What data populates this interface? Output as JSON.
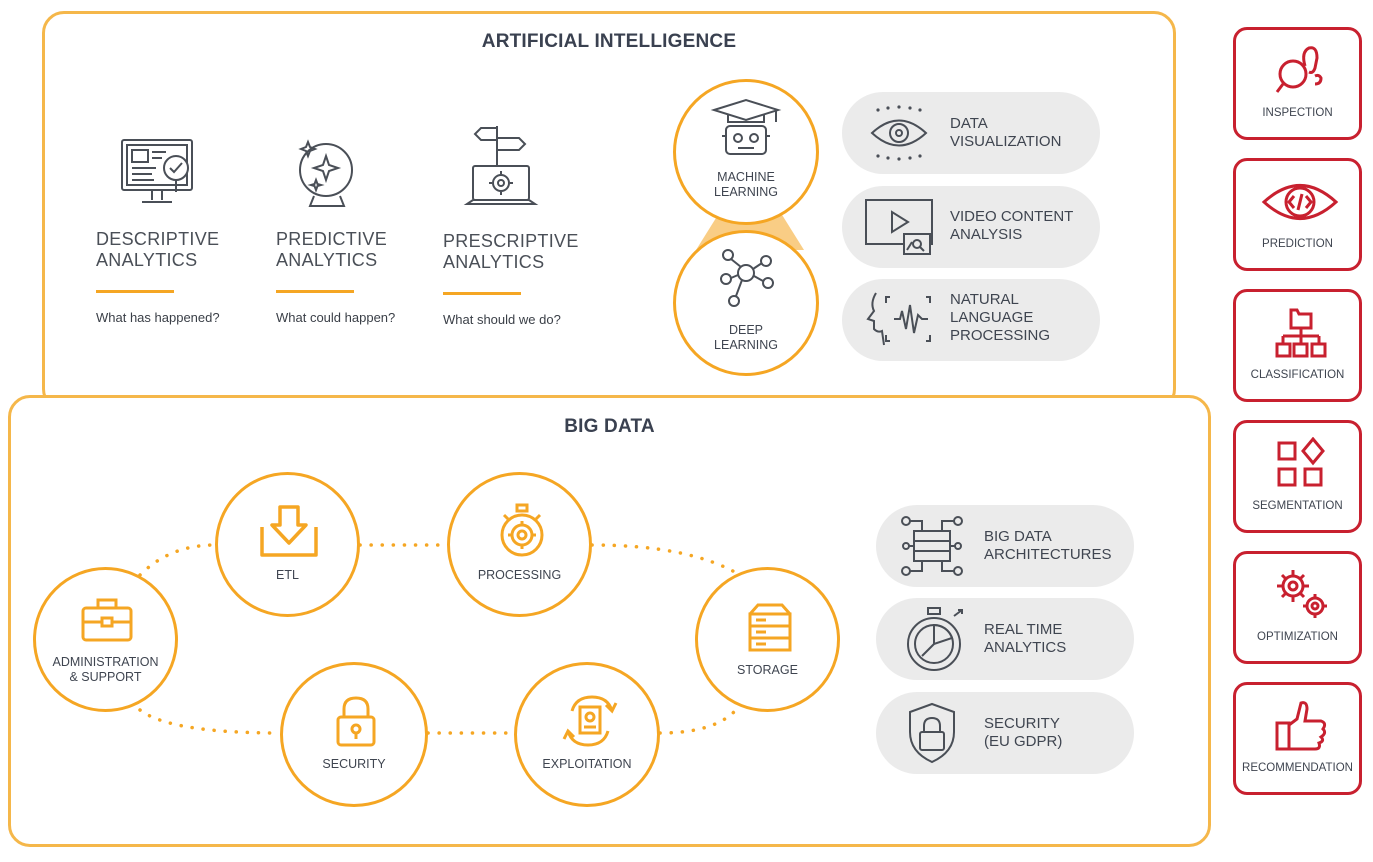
{
  "ai": {
    "title": "ARTIFICIAL INTELLIGENCE",
    "analytics": [
      {
        "line1": "DESCRIPTIVE",
        "line2": "ANALYTICS",
        "question": "What has happened?",
        "icon": "monitor-checklist-icon"
      },
      {
        "line1": "PREDICTIVE",
        "line2": "ANALYTICS",
        "question": "What could happen?",
        "icon": "crystal-ball-icon"
      },
      {
        "line1": "PRESCRIPTIVE",
        "line2": "ANALYTICS",
        "question": "What should we do?",
        "icon": "laptop-signpost-icon"
      }
    ],
    "ml": {
      "line1": "MACHINE",
      "line2": "LEARNING",
      "icon": "robot-graduate-icon"
    },
    "dl": {
      "line1": "DEEP",
      "line2": "LEARNING",
      "icon": "neural-network-icon"
    },
    "pills": [
      {
        "line1": "DATA",
        "line2": "VISUALIZATION",
        "line3": "",
        "icon": "eye-data-icon"
      },
      {
        "line1": "VIDEO CONTENT",
        "line2": "ANALYSIS",
        "line3": "",
        "icon": "video-player-icon"
      },
      {
        "line1": "NATURAL",
        "line2": "LANGUAGE",
        "line3": "PROCESSING",
        "icon": "speaking-face-icon"
      }
    ]
  },
  "bigdata": {
    "title": "BIG DATA",
    "nodes": [
      {
        "line1": "ETL",
        "line2": "",
        "icon": "download-tray-icon"
      },
      {
        "line1": "PROCESSING",
        "line2": "",
        "icon": "stopwatch-gear-icon"
      },
      {
        "line1": "ADMINISTRATION",
        "line2": "& SUPPORT",
        "icon": "briefcase-icon"
      },
      {
        "line1": "STORAGE",
        "line2": "",
        "icon": "server-stack-icon"
      },
      {
        "line1": "SECURITY",
        "line2": "",
        "icon": "padlock-icon"
      },
      {
        "line1": "EXPLOITATION",
        "line2": "",
        "icon": "report-cycle-icon"
      }
    ],
    "pills": [
      {
        "line1": "BIG DATA",
        "line2": "ARCHITECTURES",
        "icon": "architecture-nodes-icon"
      },
      {
        "line1": "REAL TIME",
        "line2": "ANALYTICS",
        "icon": "stopwatch-chart-icon"
      },
      {
        "line1": "SECURITY",
        "line2": "(EU GDPR)",
        "icon": "shield-lock-icon"
      }
    ]
  },
  "capabilities": [
    {
      "label": "INSPECTION",
      "icon": "magnifier-footprint-icon"
    },
    {
      "label": "PREDICTION",
      "icon": "eye-code-icon"
    },
    {
      "label": "CLASSIFICATION",
      "icon": "folder-hierarchy-icon"
    },
    {
      "label": "SEGMENTATION",
      "icon": "shapes-grid-icon"
    },
    {
      "label": "OPTIMIZATION",
      "icon": "gears-icon"
    },
    {
      "label": "RECOMMENDATION",
      "icon": "thumbs-up-icon"
    }
  ],
  "colors": {
    "orange": "#f5a623",
    "panel_border": "#f5b74a",
    "red": "#c8202f",
    "pill_bg": "#ebebeb",
    "text": "#3f4550"
  }
}
